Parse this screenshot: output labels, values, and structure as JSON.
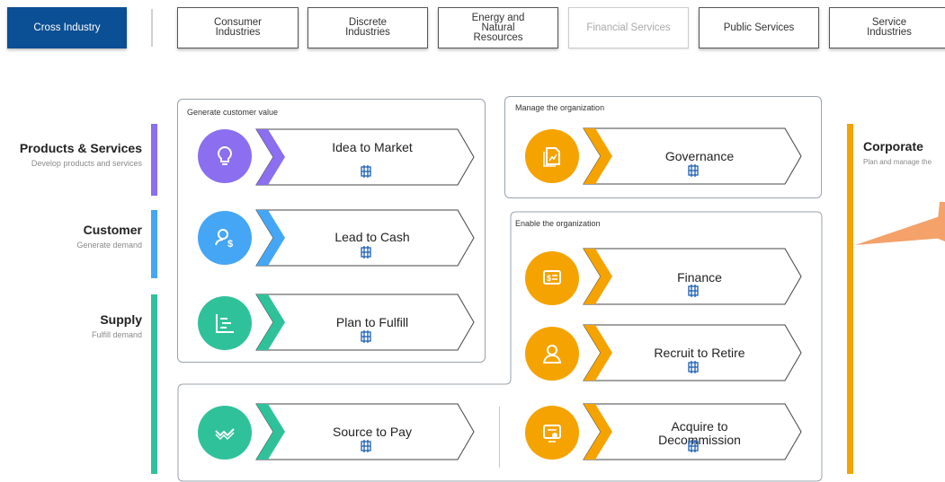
{
  "tabs": [
    {
      "label": "Cross Industry",
      "state": "active"
    },
    {
      "label": "Consumer\nIndustries",
      "state": "normal"
    },
    {
      "label": "Discrete\nIndustries",
      "state": "normal"
    },
    {
      "label": "Energy and\nNatural\nResources",
      "state": "normal"
    },
    {
      "label": "Financial Services",
      "state": "disabled"
    },
    {
      "label": "Public Services",
      "state": "normal"
    },
    {
      "label": "Service\nIndustries",
      "state": "normal"
    }
  ],
  "categories": [
    {
      "title": "Products & Services",
      "subtitle": "Develop products and services",
      "color": "#8b6ff0"
    },
    {
      "title": "Customer",
      "subtitle": "Generate demand",
      "color": "#45a6f5"
    },
    {
      "title": "Supply",
      "subtitle": "Fulfill demand",
      "color": "#2fc29a"
    }
  ],
  "corporate": {
    "title": "Corporate",
    "subtitle": "Plan and manage the",
    "color": "#f5a300"
  },
  "groups": {
    "generate": "Generate customer value",
    "manage": "Manage the organization",
    "enable": "Enable the organization"
  },
  "processes": {
    "idea": {
      "label": "Idea to Market",
      "color": "#8b6ff0",
      "icon": "lightbulb-icon"
    },
    "lead": {
      "label": "Lead to Cash",
      "color": "#45a6f5",
      "icon": "customer-money-icon"
    },
    "plan": {
      "label": "Plan to Fulfill",
      "color": "#2fc29a",
      "icon": "gantt-chart-icon"
    },
    "source": {
      "label": "Source to Pay",
      "color": "#2fc29a",
      "icon": "handshake-icon"
    },
    "governance": {
      "label": "Governance",
      "color": "#f5a300",
      "icon": "report-chart-icon"
    },
    "finance": {
      "label": "Finance",
      "color": "#f5a300",
      "icon": "finance-document-icon"
    },
    "recruit": {
      "label": "Recruit to Retire",
      "color": "#f5a300",
      "icon": "employee-icon"
    },
    "acquire": {
      "label": "Acquire to\nDecommission",
      "color": "#f5a300",
      "icon": "asset-icon"
    }
  },
  "colors": {
    "active_tab": "#0b4f94",
    "grid_icon": "#1a5fb4",
    "callout": "#f4a26a"
  }
}
